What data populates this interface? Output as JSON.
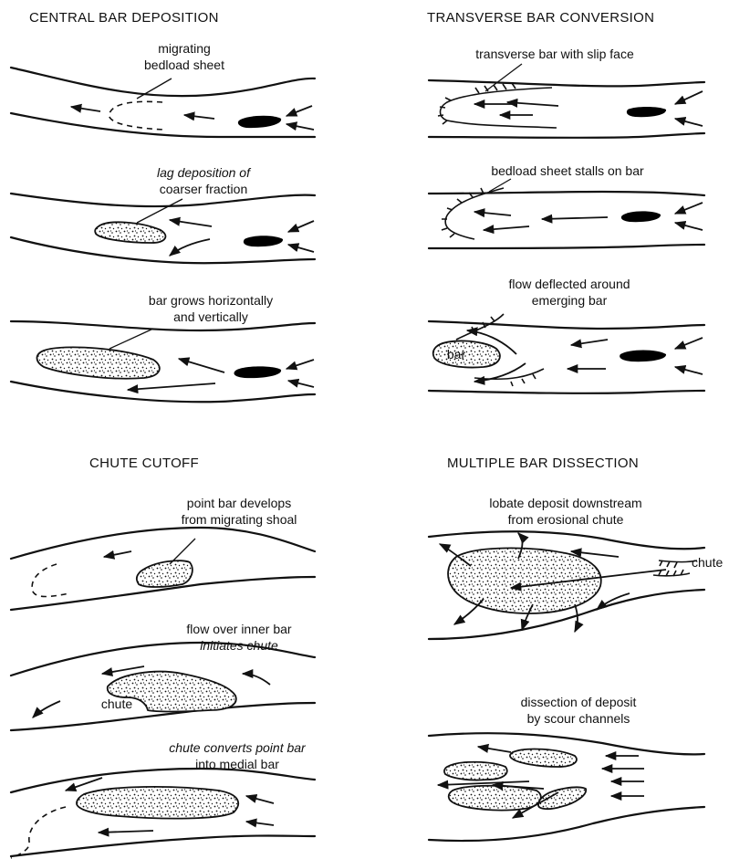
{
  "panels": {
    "central": {
      "title": "CENTRAL BAR DEPOSITION",
      "step1": [
        "migrating",
        "bedload sheet"
      ],
      "step2": [
        "lag deposition of",
        "coarser fraction"
      ],
      "step3": [
        "bar grows horizontally",
        "and vertically"
      ]
    },
    "transverse": {
      "title": "TRANSVERSE BAR CONVERSION",
      "step1": [
        "transverse bar with slip face"
      ],
      "step2": [
        "bedload sheet stalls on bar"
      ],
      "step3": [
        "flow deflected around",
        "emerging bar"
      ],
      "bar_label": "bar"
    },
    "chute": {
      "title": "CHUTE CUTOFF",
      "step1": [
        "point bar develops",
        "from migrating shoal"
      ],
      "step2": [
        "flow over inner bar",
        "initiates chute"
      ],
      "step3": [
        "chute converts point bar",
        "into medial bar"
      ],
      "chute_label": "chute"
    },
    "multiple": {
      "title": "MULTIPLE BAR DISSECTION",
      "step1": [
        "lobate deposit downstream",
        "from erosional chute"
      ],
      "step2": [
        "dissection of deposit",
        "by scour channels"
      ],
      "chute_label": "chute"
    }
  }
}
